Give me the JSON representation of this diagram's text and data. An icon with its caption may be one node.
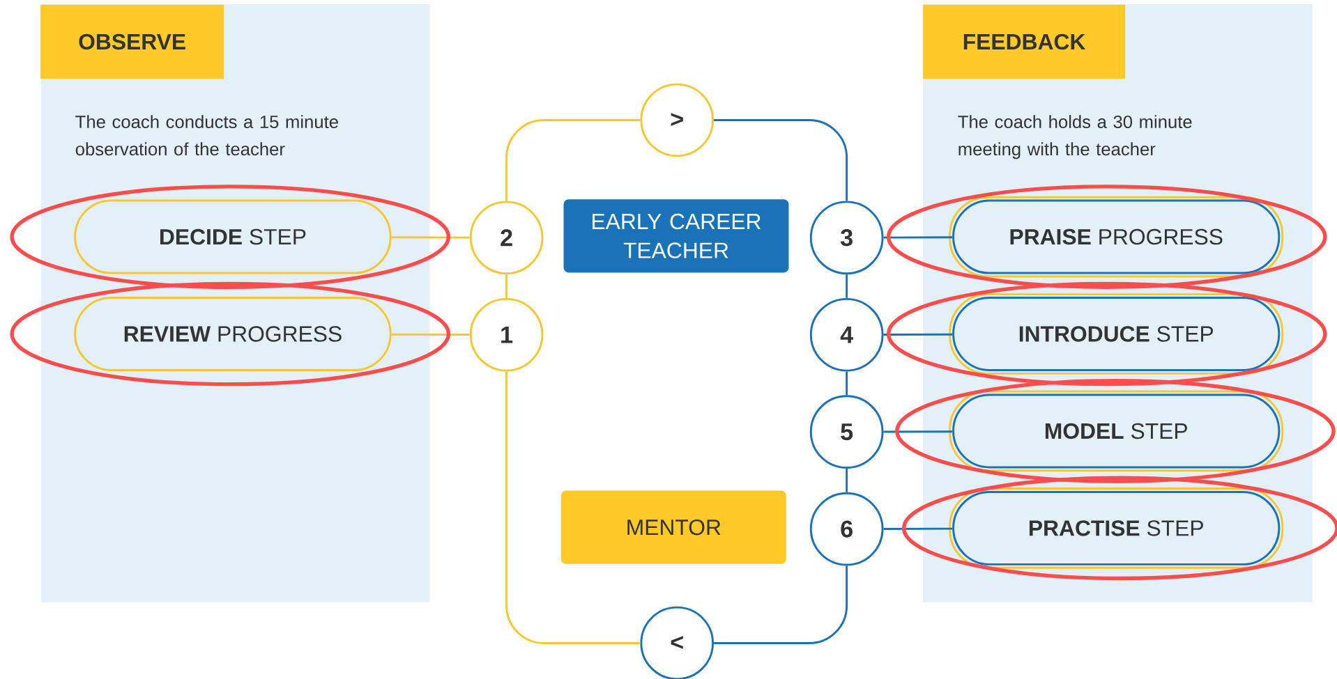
{
  "diagram": {
    "nodes": [
      {
        "text": [
          "The coach conducts a 15 minute observation of the teacher"
        ]
      },
      {
        "text": [
          "**DECIDE** STEP"
        ],
        "in": 0
      },
      {
        "text": [
          "**REVIEW** PROGRESS"
        ],
        "in": 0
      },
      {
        "text": [
          "The coach holds a 30 minute meeting with the teacher"
        ]
      },
      {
        "text": [
          "**PRAISE** PROGRESS"
        ],
        "in": 3
      },
      {
        "text": [
          "**INTRODUCE** STEP"
        ],
        "in": 3
      },
      {
        "text": [
          "**MODEL** STEP"
        ],
        "in": 3
      },
      {
        "text": [
          "**PRACTISE** STEP"
        ],
        "in": 3
      },
      {
        "text": [
          "2"
        ]
      },
      {
        "text": [
          "1"
        ]
      },
      {
        "text": [
          ">"
        ]
      },
      {
        "text": [
          "3"
        ]
      },
      {
        "text": [
          "4"
        ]
      },
      {
        "text": [
          "5"
        ]
      },
      {
        "text": [
          "6"
        ]
      },
      {
        "text": [
          "<"
        ]
      },
      {
        "text": [
          "EARLY CAREER TEACHER"
        ]
      },
      {
        "text": [
          "MENTOR"
        ]
      },
      {
        "text": [
          "OBSERVE"
        ],
        "in": 0
      },
      {
        "text": [
          "FEEDBACK"
        ],
        "in": 3
      }
    ],
    "edges": [
      {
        "from": 1,
        "to": 8,
        "arrow": "none",
        "color": "#f7c72f"
      },
      {
        "from": 2,
        "to": 9,
        "arrow": "none",
        "color": "#f7c72f"
      },
      {
        "from": 9,
        "to": 8,
        "arrow": "none",
        "color": "#f7c72f"
      },
      {
        "from": 8,
        "to": 10,
        "arrow": "none",
        "color": "#f7c72f"
      },
      {
        "from": 10,
        "to": 11,
        "arrow": "none"
      },
      {
        "from": 11,
        "to": 4,
        "arrow": "none"
      },
      {
        "from": 11,
        "to": 12,
        "arrow": "none"
      },
      {
        "from": 12,
        "to": 5,
        "arrow": "none"
      },
      {
        "from": 12,
        "to": 13,
        "arrow": "none"
      },
      {
        "from": 13,
        "to": 6,
        "arrow": "none"
      },
      {
        "from": 13,
        "to": 14,
        "arrow": "none"
      },
      {
        "from": 14,
        "to": 7,
        "arrow": "none"
      },
      {
        "from": 14,
        "to": 15,
        "arrow": "none"
      },
      {
        "from": 15,
        "to": 9,
        "arrow": "none",
        "color": "#f7c72f"
      }
    ]
  }
}
